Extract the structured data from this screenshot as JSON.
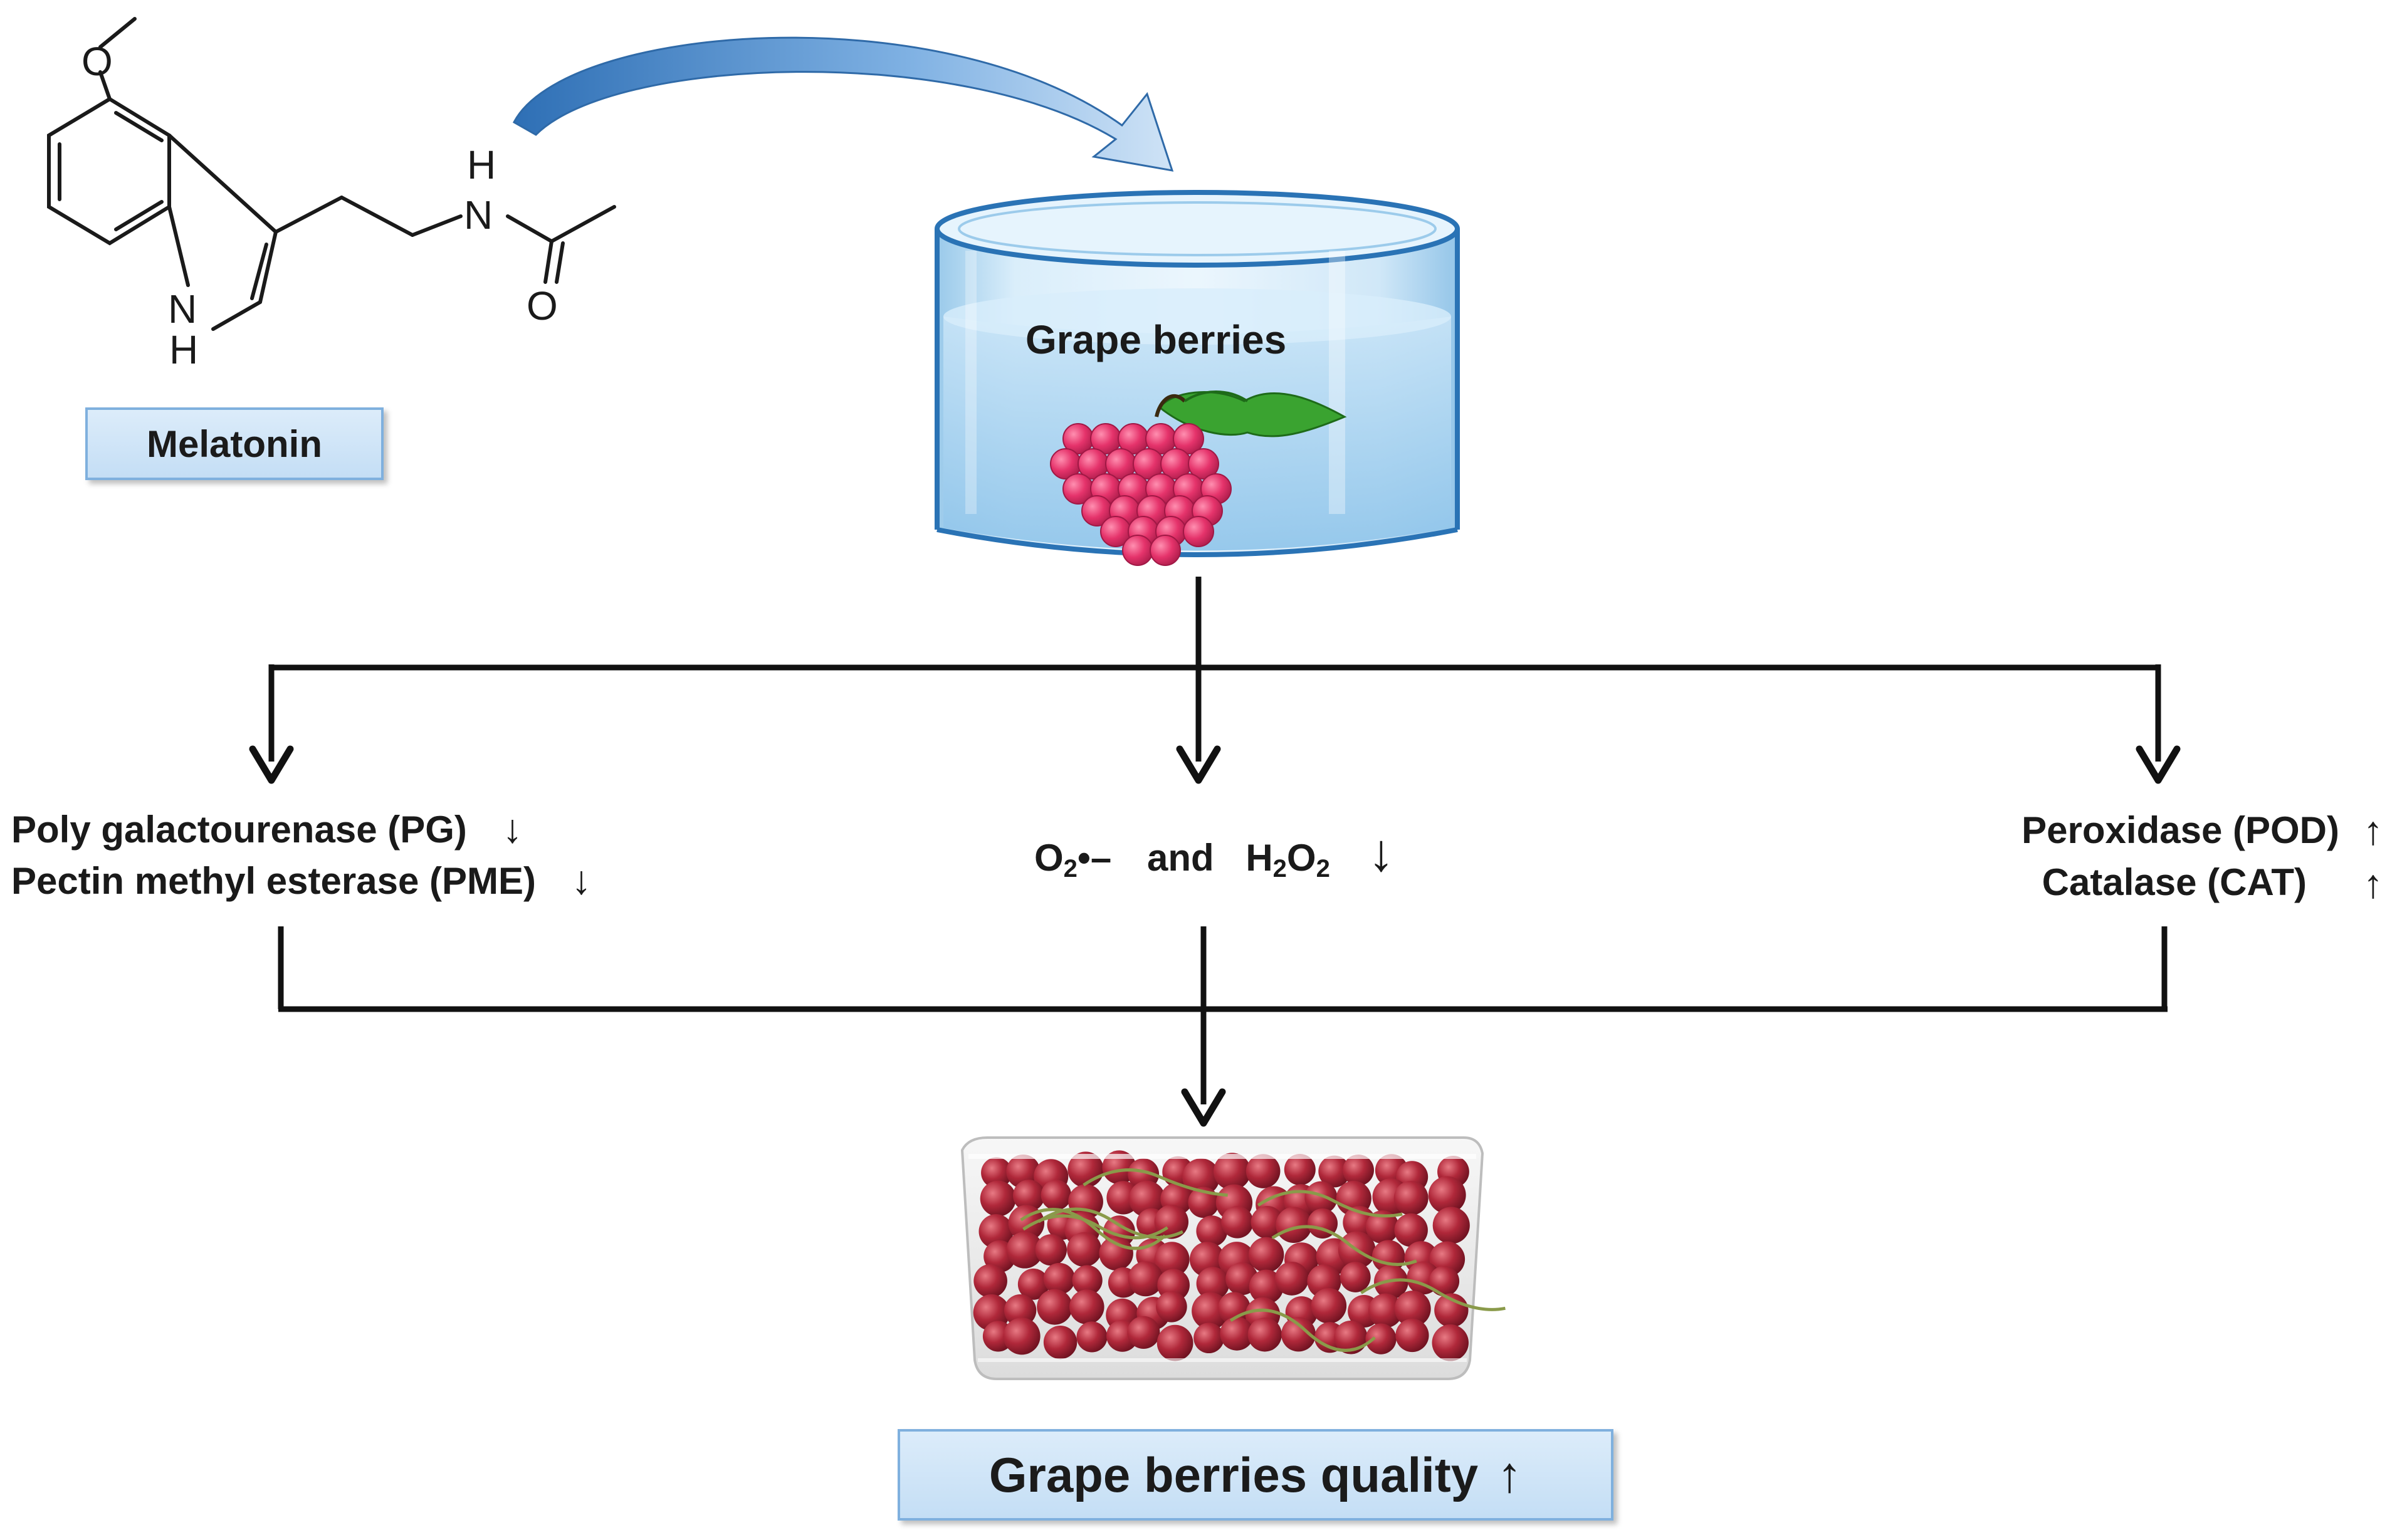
{
  "molecule": {
    "name": "Melatonin",
    "atoms": {
      "methoxy_o": "O",
      "amine_h": "H",
      "amide_n": "N",
      "ring_n": "N",
      "ring_h": "H",
      "carbonyl_o": "O"
    }
  },
  "beaker": {
    "label": "Grape berries"
  },
  "left_effects": {
    "pg": "Poly galactourenase (PG)",
    "pme": "Pectin methyl esterase (PME)",
    "arrow": "↓"
  },
  "middle_effect": {
    "o2": "O",
    "o2_sub": "2",
    "radical": "•–",
    "and": "and",
    "h": "H",
    "h_sub": "2",
    "o": "O",
    "o_sub": "2",
    "arrow": "↓"
  },
  "right_effects": {
    "pod": "Peroxidase (POD)",
    "cat": "Catalase (CAT)",
    "arrow": "↑"
  },
  "result": {
    "label": "Grape berries quality",
    "arrow": "↑"
  },
  "colors": {
    "label_box_fill": "#c4def5",
    "label_box_border": "#7fb0de",
    "beaker_water": "#a9d3ef",
    "grape_cluster": "#e5336b",
    "grape_leaf": "#3aa330",
    "fresh_grapes": "#b0283a",
    "curved_arrow": "#4a86c7"
  }
}
